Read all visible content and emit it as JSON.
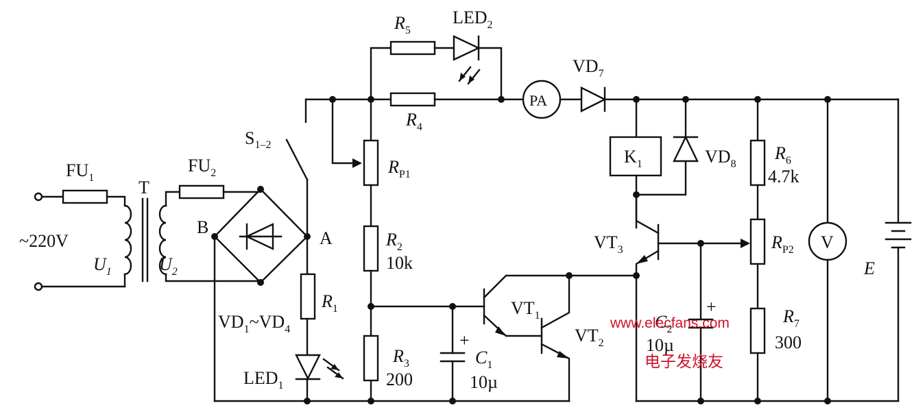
{
  "labels": {
    "mains": "~220V",
    "fu1": "FU",
    "fu1_sub": "1",
    "fu2": "FU",
    "fu2_sub": "2",
    "transformer": "T",
    "u1": "U",
    "u1_sub": "1",
    "u2": "U",
    "u2_sub": "2",
    "node_b": "B",
    "node_a": "A",
    "switch": "S",
    "switch_sub": "1–2",
    "bridge": "VD",
    "bridge_sub1": "1",
    "bridge_mid": "~VD",
    "bridge_sub2": "4",
    "r1": "R",
    "r1_sub": "1",
    "led1": "LED",
    "led1_sub": "1",
    "r5": "R",
    "r5_sub": "5",
    "led2": "LED",
    "led2_sub": "2",
    "r4": "R",
    "r4_sub": "4",
    "ammeter": "PA",
    "vd7": "VD",
    "vd7_sub": "7",
    "rp1": "R",
    "rp1_sub": "P1",
    "r2": "R",
    "r2_sub": "2",
    "r2_val": "10k",
    "r3": "R",
    "r3_sub": "3",
    "r3_val": "200",
    "c1": "C",
    "c1_sub": "1",
    "c1_val": "10µ",
    "vt1": "VT",
    "vt1_sub": "1",
    "vt2": "VT",
    "vt2_sub": "2",
    "vt3": "VT",
    "vt3_sub": "3",
    "k1": "K",
    "k1_sub": "1",
    "vd8": "VD",
    "vd8_sub": "8",
    "r6": "R",
    "r6_sub": "6",
    "r6_val": "4.7k",
    "rp2": "R",
    "rp2_sub": "P2",
    "c2": "C",
    "c2_sub": "2",
    "c2_val": "10µ",
    "r7": "R",
    "r7_sub": "7",
    "r7_val": "300",
    "voltmeter": "V",
    "battery": "E",
    "plus": "+"
  },
  "watermark": {
    "url": "www.elecfans.com",
    "site": "电子发烧友"
  },
  "colors": {
    "line": "#111111",
    "watermark": "#d0102a"
  }
}
